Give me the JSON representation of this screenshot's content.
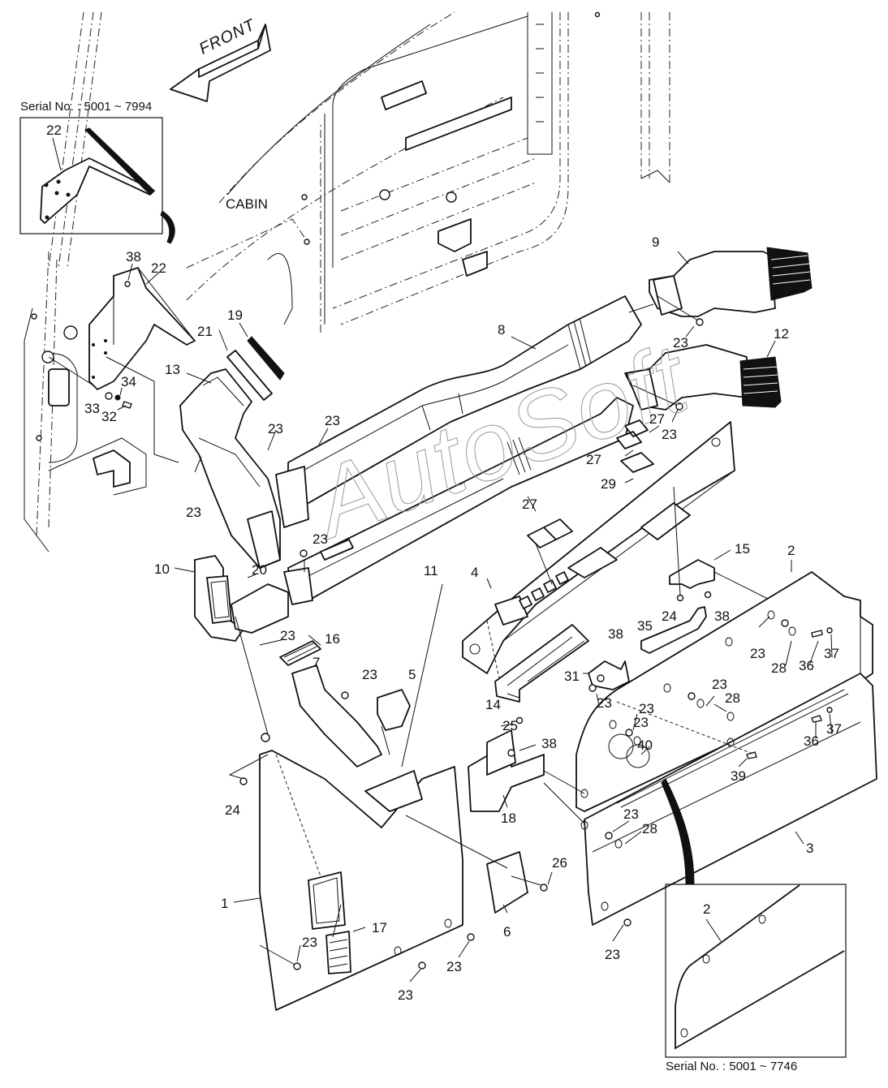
{
  "diagram": {
    "title_arrow": "FRONT",
    "cabin_label": "CABIN",
    "watermark": "AutoSoft",
    "insets": [
      {
        "serial": "Serial No. : 5001 ~ 7994",
        "part": "22"
      },
      {
        "serial": "Serial No. : 5001 ~ 7746",
        "part": "2"
      }
    ],
    "callouts": [
      {
        "id": "c-9",
        "text": "9"
      },
      {
        "id": "c-12",
        "text": "12"
      },
      {
        "id": "c-8",
        "text": "8"
      },
      {
        "id": "c-23-a",
        "text": "23"
      },
      {
        "id": "c-23-b",
        "text": "23"
      },
      {
        "id": "c-38-a",
        "text": "38"
      },
      {
        "id": "c-22",
        "text": "22"
      },
      {
        "id": "c-19",
        "text": "19"
      },
      {
        "id": "c-21",
        "text": "21"
      },
      {
        "id": "c-13",
        "text": "13"
      },
      {
        "id": "c-34",
        "text": "34"
      },
      {
        "id": "c-33",
        "text": "33"
      },
      {
        "id": "c-32",
        "text": "32"
      },
      {
        "id": "c-23-c",
        "text": "23"
      },
      {
        "id": "c-23-d",
        "text": "23"
      },
      {
        "id": "c-23-e",
        "text": "23"
      },
      {
        "id": "c-27-a",
        "text": "27"
      },
      {
        "id": "c-27-b",
        "text": "27"
      },
      {
        "id": "c-29",
        "text": "29"
      },
      {
        "id": "c-27-c",
        "text": "27"
      },
      {
        "id": "c-23-f",
        "text": "23"
      },
      {
        "id": "c-10",
        "text": "10"
      },
      {
        "id": "c-20",
        "text": "20"
      },
      {
        "id": "c-11",
        "text": "11"
      },
      {
        "id": "c-4",
        "text": "4"
      },
      {
        "id": "c-15",
        "text": "15"
      },
      {
        "id": "c-2",
        "text": "2"
      },
      {
        "id": "c-23-g",
        "text": "23"
      },
      {
        "id": "c-16",
        "text": "16"
      },
      {
        "id": "c-24-a",
        "text": "24"
      },
      {
        "id": "c-38-b",
        "text": "38"
      },
      {
        "id": "c-35",
        "text": "35"
      },
      {
        "id": "c-38-c",
        "text": "38"
      },
      {
        "id": "c-23-h",
        "text": "23"
      },
      {
        "id": "c-28-a",
        "text": "28"
      },
      {
        "id": "c-36-a",
        "text": "36"
      },
      {
        "id": "c-37-a",
        "text": "37"
      },
      {
        "id": "c-7",
        "text": "7"
      },
      {
        "id": "c-23-i",
        "text": "23"
      },
      {
        "id": "c-5",
        "text": "5"
      },
      {
        "id": "c-31",
        "text": "31"
      },
      {
        "id": "c-23-j",
        "text": "23"
      },
      {
        "id": "c-23-k",
        "text": "23"
      },
      {
        "id": "c-28-b",
        "text": "28"
      },
      {
        "id": "c-14",
        "text": "14"
      },
      {
        "id": "c-23-l",
        "text": "23"
      },
      {
        "id": "c-25",
        "text": "25"
      },
      {
        "id": "c-23-m",
        "text": "23"
      },
      {
        "id": "c-28-c",
        "text": "28"
      },
      {
        "id": "c-40",
        "text": "40"
      },
      {
        "id": "c-36-b",
        "text": "36"
      },
      {
        "id": "c-37-b",
        "text": "37"
      },
      {
        "id": "c-38-d",
        "text": "38"
      },
      {
        "id": "c-39",
        "text": "39"
      },
      {
        "id": "c-24-b",
        "text": "24"
      },
      {
        "id": "c-18",
        "text": "18"
      },
      {
        "id": "c-23-n",
        "text": "23"
      },
      {
        "id": "c-28-d",
        "text": "28"
      },
      {
        "id": "c-3",
        "text": "3"
      },
      {
        "id": "c-26",
        "text": "26"
      },
      {
        "id": "c-1",
        "text": "1"
      },
      {
        "id": "c-6",
        "text": "6"
      },
      {
        "id": "c-17",
        "text": "17"
      },
      {
        "id": "c-23-o",
        "text": "23"
      },
      {
        "id": "c-23-p",
        "text": "23"
      },
      {
        "id": "c-23-q",
        "text": "23"
      },
      {
        "id": "c-23-r",
        "text": "23"
      }
    ]
  }
}
